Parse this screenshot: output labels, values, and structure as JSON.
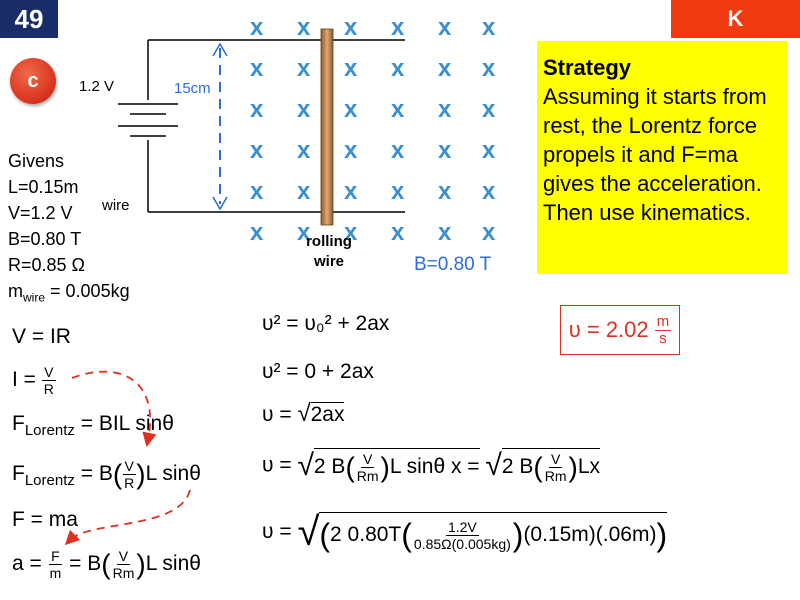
{
  "badges": {
    "number": "49",
    "corner": "K",
    "circle": "c"
  },
  "strategy": {
    "heading": "Strategy",
    "text": "Assuming it starts from rest, the Lorentz force propels it and F=ma gives the acceleration. Then use kinematics."
  },
  "circuit": {
    "voltage_label": "1.2 V",
    "length_label": "15cm",
    "wire_label": "wire",
    "rolling_label1": "rolling",
    "rolling_label2": "wire",
    "field_label": "B=0.80 T",
    "x_symbol": "x"
  },
  "givens": {
    "title": "Givens",
    "L": "L=0.15m",
    "V": "V=1.2 V",
    "B": "B=0.80 T",
    "R": "R=0.85 Ω",
    "m_pre": "m",
    "m_sub": "wire",
    "m_post": " = 0.005kg"
  },
  "answer": {
    "lhs": "υ = 2.02",
    "num": "m",
    "den": "s"
  },
  "left_eqs": {
    "e1": "V = IR",
    "e2_lhs": "I =",
    "e2_num": "V",
    "e2_den": "R",
    "e3_F": "F",
    "e3_sub": "Lorentz",
    "e3_rhs": "= BIL sinθ",
    "e4_F": "F",
    "e4_sub": "Lorentz",
    "e4_b": "= B",
    "e4_num": "V",
    "e4_den": "R",
    "e4_rest": "L sinθ",
    "e5": "F = ma",
    "e6_a": "a =",
    "e6_num": "F",
    "e6_den": "m",
    "e6_b": "= B",
    "e6_num2": "V",
    "e6_den2": "Rm",
    "e6_rest": "L sinθ"
  },
  "right_eqs": {
    "k1": "υ² = υ₀² + 2ax",
    "k2": "υ² = 0 + 2ax",
    "k3_lhs": "υ =",
    "k3_rad": "2ax",
    "k4_lhs": "υ =",
    "k4_a": "2 B",
    "k4_num": "V",
    "k4_den": "Rm",
    "k4_b": "L sinθ x =",
    "k4_c": "2 B",
    "k4_num2": "V",
    "k4_den2": "Rm",
    "k4_d": "Lx",
    "k5_lhs": "υ =",
    "k5_a": "2  0.80T",
    "k5_num": "1.2V",
    "k5_den": "0.85Ω(0.005kg)",
    "k5_b": "(0.15m)(.06m)"
  }
}
